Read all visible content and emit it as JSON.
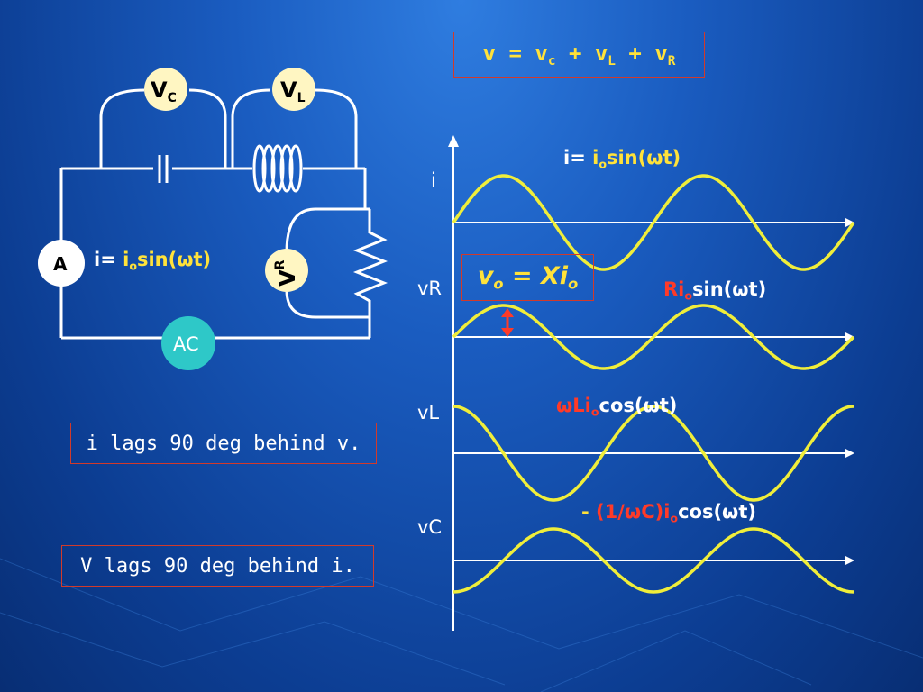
{
  "equation": {
    "v": "v",
    "eq": "=",
    "vc": "v",
    "vc_sub": "c",
    "plus1": "+",
    "vl": "v",
    "vl_sub": "L",
    "plus2": "+",
    "vr": "v",
    "vr_sub": "R"
  },
  "circuit": {
    "vc_meter": "V",
    "vc_sub": "C",
    "vl_meter": "V",
    "vl_sub": "L",
    "vr_meter": "V",
    "vr_sub": "R",
    "ammeter": "A",
    "source": "AC",
    "current_label": {
      "prefix": "i= ",
      "io": "i",
      "o": "o",
      "rest": "sin(",
      "omega": "ω",
      "end": "t)"
    }
  },
  "notes": {
    "note1": "i lags 90 deg behind v.",
    "note2": "V lags 90 deg behind i."
  },
  "graph": {
    "axis_labels": [
      "i",
      "vR",
      "vL",
      "vC"
    ],
    "i_formula": {
      "prefix": "i= ",
      "io": "i",
      "o": "o",
      "rest": "sin(",
      "omega": "ω",
      "end": "t)"
    },
    "vo_formula": {
      "v": "v",
      "v_sub": "o",
      "eq": " = X",
      "i": "i",
      "i_sub": "o"
    },
    "vr_formula": {
      "red": "Ri",
      "red_sub": "o",
      "white": "sin(",
      "omega": "ω",
      "end": "t)"
    },
    "vl_formula": {
      "omega": "ω",
      "red": "Li",
      "red_sub": "o",
      "white": "cos(",
      "omega2": "ω",
      "end": "t)"
    },
    "vc_formula": {
      "dash": "- ",
      "open": "(1/",
      "omega": "ω",
      "c": "C)i",
      "sub": "o",
      "white": "cos(",
      "omega2": "ω",
      "end": "t)"
    }
  },
  "colors": {
    "wave": "#f0ee3a",
    "wire": "#ffffff",
    "box_border": "#d23a2a",
    "meter_fill": "#fff6c2",
    "source_fill": "#2ec8c8"
  }
}
